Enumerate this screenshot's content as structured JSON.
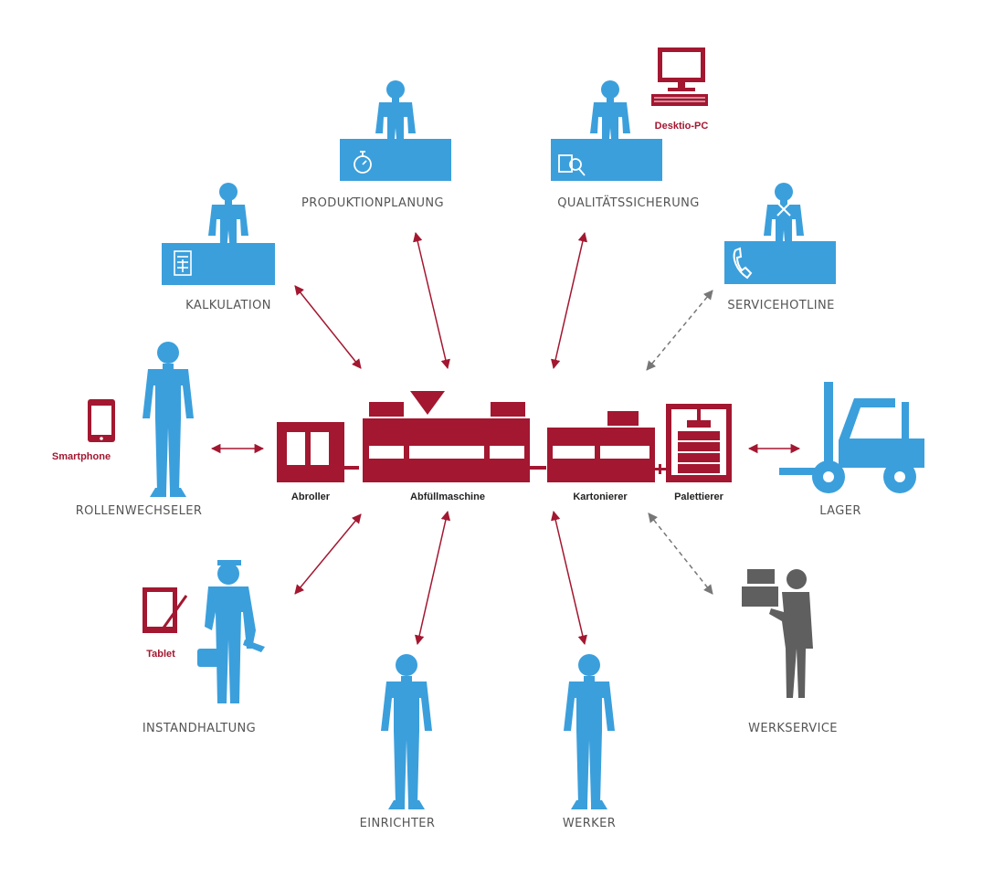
{
  "colors": {
    "blue": "#3b9fdc",
    "red": "#a31730",
    "gray": "#5f5f5f",
    "text": "#555555"
  },
  "roles": {
    "produktionplanung": "PRODUKTIONPLANUNG",
    "qualitaetssicherung": "QUALITÄTSSICHERUNG",
    "kalkulation": "KALKULATION",
    "servicehotline": "SERVICEHOTLINE",
    "rollenwechseler": "ROLLENWECHSELER",
    "lager": "LAGER",
    "instandhaltung": "INSTANDHALTUNG",
    "werkservice": "WERKSERVICE",
    "einrichter": "EINRICHTER",
    "werker": "WERKER"
  },
  "machines": {
    "abroller": "Abroller",
    "abfuellmaschine": "Abfüllmaschine",
    "kartonierer": "Kartonierer",
    "palettierer": "Palettierer"
  },
  "devices": {
    "desktop_pc": "Desktio-PC",
    "smartphone": "Smartphone",
    "tablet": "Tablet"
  },
  "icons": {
    "stopwatch": "stopwatch-icon",
    "search": "magnifier-icon",
    "calculator": "calculator-icon",
    "phone": "telephone-icon",
    "forklift": "forklift-icon",
    "boxes": "boxes-icon"
  }
}
